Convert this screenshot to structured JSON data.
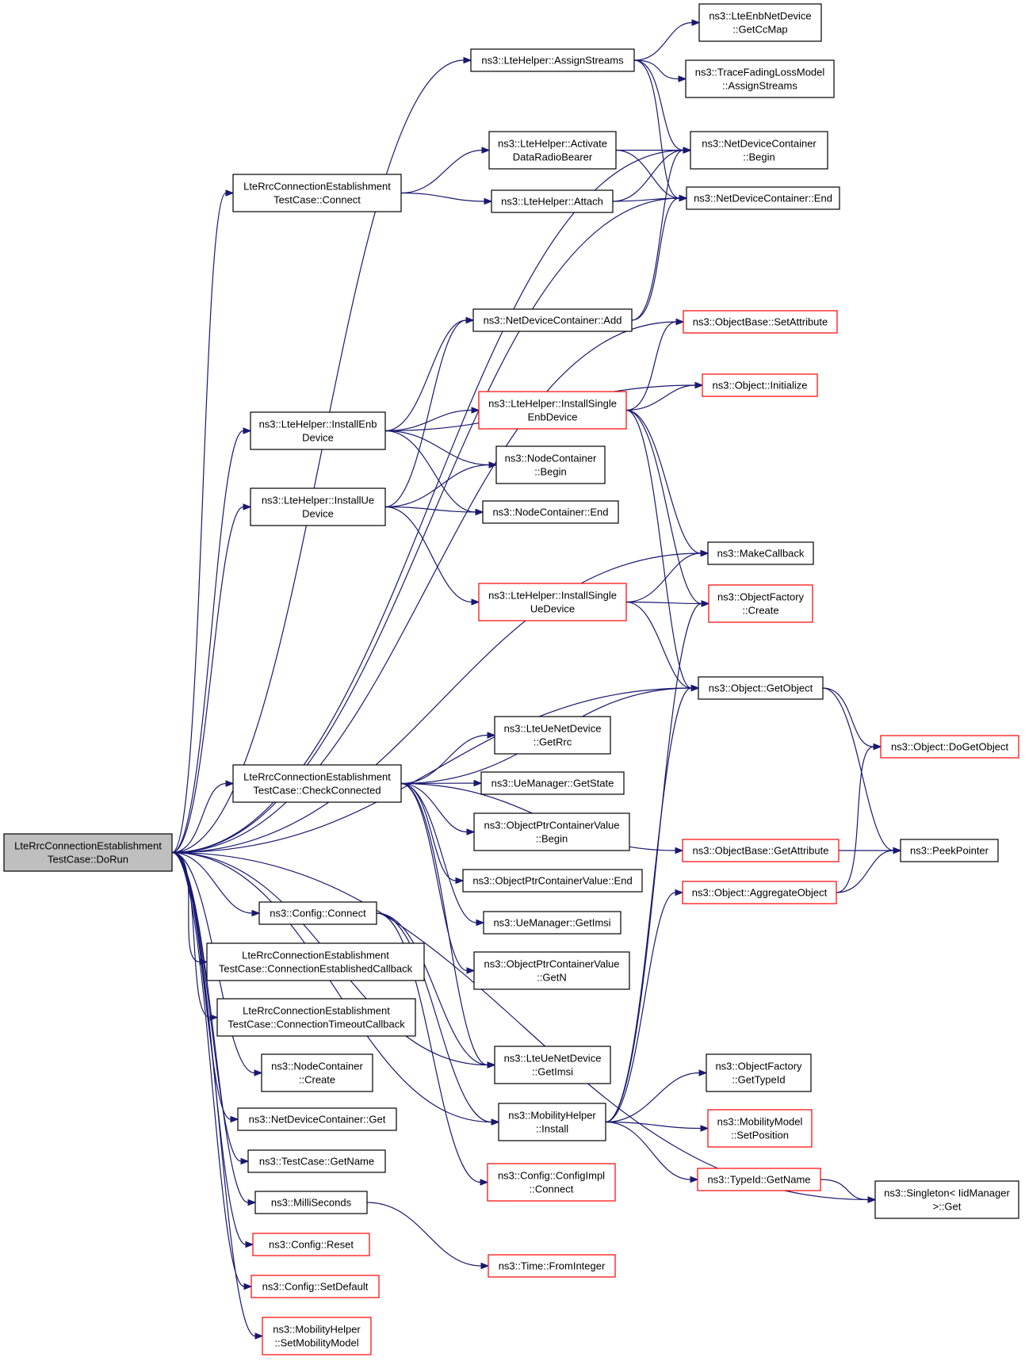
{
  "nodes": [
    {
      "id": "dorun",
      "lines": [
        "LteRrcConnectionEstablishment",
        "TestCase::DoRun"
      ],
      "style": "root"
    },
    {
      "id": "assignstreams",
      "lines": [
        "ns3::LteHelper::AssignStreams"
      ],
      "style": "black"
    },
    {
      "id": "getccmap",
      "lines": [
        "ns3::LteEnbNetDevice",
        "::GetCcMap"
      ],
      "style": "black"
    },
    {
      "id": "tracefading",
      "lines": [
        "ns3::TraceFadingLossModel",
        "::AssignStreams"
      ],
      "style": "black"
    },
    {
      "id": "activatedrb",
      "lines": [
        "ns3::LteHelper::Activate",
        "DataRadioBearer"
      ],
      "style": "black"
    },
    {
      "id": "ndcbegin",
      "lines": [
        "ns3::NetDeviceContainer",
        "::Begin"
      ],
      "style": "black"
    },
    {
      "id": "connect",
      "lines": [
        "LteRrcConnectionEstablishment",
        "TestCase::Connect"
      ],
      "style": "black"
    },
    {
      "id": "attach",
      "lines": [
        "ns3::LteHelper::Attach"
      ],
      "style": "black"
    },
    {
      "id": "ndcend",
      "lines": [
        "ns3::NetDeviceContainer::End"
      ],
      "style": "black"
    },
    {
      "id": "ndcadd",
      "lines": [
        "ns3::NetDeviceContainer::Add"
      ],
      "style": "black"
    },
    {
      "id": "setattribute",
      "lines": [
        "ns3::ObjectBase::SetAttribute"
      ],
      "style": "red"
    },
    {
      "id": "initialize",
      "lines": [
        "ns3::Object::Initialize"
      ],
      "style": "red"
    },
    {
      "id": "installenb",
      "lines": [
        "ns3::LteHelper::InstallEnb",
        "Device"
      ],
      "style": "black"
    },
    {
      "id": "installsingleenb",
      "lines": [
        "ns3::LteHelper::InstallSingle",
        "EnbDevice"
      ],
      "style": "red"
    },
    {
      "id": "ncbegin",
      "lines": [
        "ns3::NodeContainer",
        "::Begin"
      ],
      "style": "black"
    },
    {
      "id": "installue",
      "lines": [
        "ns3::LteHelper::InstallUe",
        "Device"
      ],
      "style": "black"
    },
    {
      "id": "ncend",
      "lines": [
        "ns3::NodeContainer::End"
      ],
      "style": "black"
    },
    {
      "id": "makecallback",
      "lines": [
        "ns3::MakeCallback"
      ],
      "style": "black"
    },
    {
      "id": "installsingleue",
      "lines": [
        "ns3::LteHelper::InstallSingle",
        "UeDevice"
      ],
      "style": "red"
    },
    {
      "id": "ofcreate",
      "lines": [
        "ns3::ObjectFactory",
        "::Create"
      ],
      "style": "red"
    },
    {
      "id": "getobject",
      "lines": [
        "ns3::Object::GetObject"
      ],
      "style": "black"
    },
    {
      "id": "uegetrrc",
      "lines": [
        "ns3::LteUeNetDevice",
        "::GetRrc"
      ],
      "style": "black"
    },
    {
      "id": "dogetobject",
      "lines": [
        "ns3::Object::DoGetObject"
      ],
      "style": "red"
    },
    {
      "id": "checkconnected",
      "lines": [
        "LteRrcConnectionEstablishment",
        "TestCase::CheckConnected"
      ],
      "style": "black"
    },
    {
      "id": "uegetstate",
      "lines": [
        "ns3::UeManager::GetState"
      ],
      "style": "black"
    },
    {
      "id": "opcvbegin",
      "lines": [
        "ns3::ObjectPtrContainerValue",
        "::Begin"
      ],
      "style": "black"
    },
    {
      "id": "getattribute",
      "lines": [
        "ns3::ObjectBase::GetAttribute"
      ],
      "style": "red"
    },
    {
      "id": "peekpointer",
      "lines": [
        "ns3::PeekPointer"
      ],
      "style": "black"
    },
    {
      "id": "opcvend",
      "lines": [
        "ns3::ObjectPtrContainerValue::End"
      ],
      "style": "black"
    },
    {
      "id": "aggregate",
      "lines": [
        "ns3::Object::AggregateObject"
      ],
      "style": "red"
    },
    {
      "id": "configconnect",
      "lines": [
        "ns3::Config::Connect"
      ],
      "style": "black"
    },
    {
      "id": "uegetimsi",
      "lines": [
        "ns3::UeManager::GetImsi"
      ],
      "style": "black"
    },
    {
      "id": "connestcb",
      "lines": [
        "LteRrcConnectionEstablishment",
        "TestCase::ConnectionEstablishedCallback"
      ],
      "style": "black"
    },
    {
      "id": "opcvgetn",
      "lines": [
        "ns3::ObjectPtrContainerValue",
        "::GetN"
      ],
      "style": "black"
    },
    {
      "id": "conntimeoutcb",
      "lines": [
        "LteRrcConnectionEstablishment",
        "TestCase::ConnectionTimeoutCallback"
      ],
      "style": "black"
    },
    {
      "id": "nccreate",
      "lines": [
        "ns3::NodeContainer",
        "::Create"
      ],
      "style": "black"
    },
    {
      "id": "ltuegetimsi",
      "lines": [
        "ns3::LteUeNetDevice",
        "::GetImsi"
      ],
      "style": "black"
    },
    {
      "id": "ofgettypeid",
      "lines": [
        "ns3::ObjectFactory",
        "::GetTypeId"
      ],
      "style": "black"
    },
    {
      "id": "ndcget",
      "lines": [
        "ns3::NetDeviceContainer::Get"
      ],
      "style": "black"
    },
    {
      "id": "mhinstall",
      "lines": [
        "ns3::MobilityHelper",
        "::Install"
      ],
      "style": "black"
    },
    {
      "id": "mmsetposition",
      "lines": [
        "ns3::MobilityModel",
        "::SetPosition"
      ],
      "style": "red"
    },
    {
      "id": "tcgetname",
      "lines": [
        "ns3::TestCase::GetName"
      ],
      "style": "black"
    },
    {
      "id": "configimplconnect",
      "lines": [
        "ns3::Config::ConfigImpl",
        "::Connect"
      ],
      "style": "red"
    },
    {
      "id": "typeidgetname",
      "lines": [
        "ns3::TypeId::GetName"
      ],
      "style": "red"
    },
    {
      "id": "singletonget",
      "lines": [
        "ns3::Singleton< IidManager",
        ">::Get"
      ],
      "style": "black"
    },
    {
      "id": "milliseconds",
      "lines": [
        "ns3::MilliSeconds"
      ],
      "style": "black"
    },
    {
      "id": "configreset",
      "lines": [
        "ns3::Config::Reset"
      ],
      "style": "red"
    },
    {
      "id": "fromint",
      "lines": [
        "ns3::Time::FromInteger"
      ],
      "style": "red"
    },
    {
      "id": "configsetdefault",
      "lines": [
        "ns3::Config::SetDefault"
      ],
      "style": "red"
    },
    {
      "id": "mhsetmobility",
      "lines": [
        "ns3::MobilityHelper",
        "::SetMobilityModel"
      ],
      "style": "red"
    }
  ],
  "edges": [
    [
      "dorun",
      "assignstreams"
    ],
    [
      "dorun",
      "ndcbegin"
    ],
    [
      "dorun",
      "connect"
    ],
    [
      "dorun",
      "ndcend"
    ],
    [
      "dorun",
      "setattribute"
    ],
    [
      "dorun",
      "installenb"
    ],
    [
      "dorun",
      "installue"
    ],
    [
      "dorun",
      "makecallback"
    ],
    [
      "dorun",
      "getobject"
    ],
    [
      "dorun",
      "checkconnected"
    ],
    [
      "dorun",
      "configconnect"
    ],
    [
      "dorun",
      "connestcb"
    ],
    [
      "dorun",
      "conntimeoutcb"
    ],
    [
      "dorun",
      "nccreate"
    ],
    [
      "dorun",
      "ndcget"
    ],
    [
      "dorun",
      "tcgetname"
    ],
    [
      "dorun",
      "milliseconds"
    ],
    [
      "dorun",
      "configreset"
    ],
    [
      "dorun",
      "configsetdefault"
    ],
    [
      "dorun",
      "mhsetmobility"
    ],
    [
      "dorun",
      "ltuegetimsi"
    ],
    [
      "dorun",
      "mhinstall"
    ],
    [
      "assignstreams",
      "getccmap"
    ],
    [
      "assignstreams",
      "tracefading"
    ],
    [
      "assignstreams",
      "ndcbegin"
    ],
    [
      "assignstreams",
      "ndcend"
    ],
    [
      "connect",
      "activatedrb"
    ],
    [
      "connect",
      "attach"
    ],
    [
      "activatedrb",
      "ndcbegin"
    ],
    [
      "activatedrb",
      "ndcend"
    ],
    [
      "attach",
      "ndcbegin"
    ],
    [
      "attach",
      "ndcend"
    ],
    [
      "ndcadd",
      "ndcbegin"
    ],
    [
      "ndcadd",
      "ndcend"
    ],
    [
      "installenb",
      "ndcadd"
    ],
    [
      "installenb",
      "initialize"
    ],
    [
      "installenb",
      "installsingleenb"
    ],
    [
      "installenb",
      "ncbegin"
    ],
    [
      "installenb",
      "ncend"
    ],
    [
      "installsingleenb",
      "setattribute"
    ],
    [
      "installsingleenb",
      "initialize"
    ],
    [
      "installsingleenb",
      "makecallback"
    ],
    [
      "installsingleenb",
      "ofcreate"
    ],
    [
      "installsingleenb",
      "getobject"
    ],
    [
      "installue",
      "ndcadd"
    ],
    [
      "installue",
      "ncbegin"
    ],
    [
      "installue",
      "ncend"
    ],
    [
      "installue",
      "installsingleue"
    ],
    [
      "installsingleue",
      "makecallback"
    ],
    [
      "installsingleue",
      "ofcreate"
    ],
    [
      "installsingleue",
      "getobject"
    ],
    [
      "getobject",
      "dogetobject"
    ],
    [
      "getobject",
      "peekpointer"
    ],
    [
      "checkconnected",
      "getobject"
    ],
    [
      "checkconnected",
      "uegetrrc"
    ],
    [
      "checkconnected",
      "uegetstate"
    ],
    [
      "checkconnected",
      "opcvbegin"
    ],
    [
      "checkconnected",
      "opcvend"
    ],
    [
      "checkconnected",
      "uegetimsi"
    ],
    [
      "checkconnected",
      "opcvgetn"
    ],
    [
      "checkconnected",
      "ltuegetimsi"
    ],
    [
      "checkconnected",
      "getattribute"
    ],
    [
      "getattribute",
      "peekpointer"
    ],
    [
      "aggregate",
      "peekpointer"
    ],
    [
      "aggregate",
      "dogetobject"
    ],
    [
      "configconnect",
      "ltuegetimsi"
    ],
    [
      "configconnect",
      "configimplconnect"
    ],
    [
      "configconnect",
      "mhinstall"
    ],
    [
      "mhinstall",
      "ofgettypeid"
    ],
    [
      "mhinstall",
      "mmsetposition"
    ],
    [
      "mhinstall",
      "typeidgetname"
    ],
    [
      "mhinstall",
      "ofcreate"
    ],
    [
      "mhinstall",
      "getobject"
    ],
    [
      "mhinstall",
      "aggregate"
    ],
    [
      "typeidgetname",
      "singletonget"
    ],
    [
      "milliseconds",
      "fromint"
    ],
    [
      "dorun",
      "singletonget"
    ]
  ]
}
